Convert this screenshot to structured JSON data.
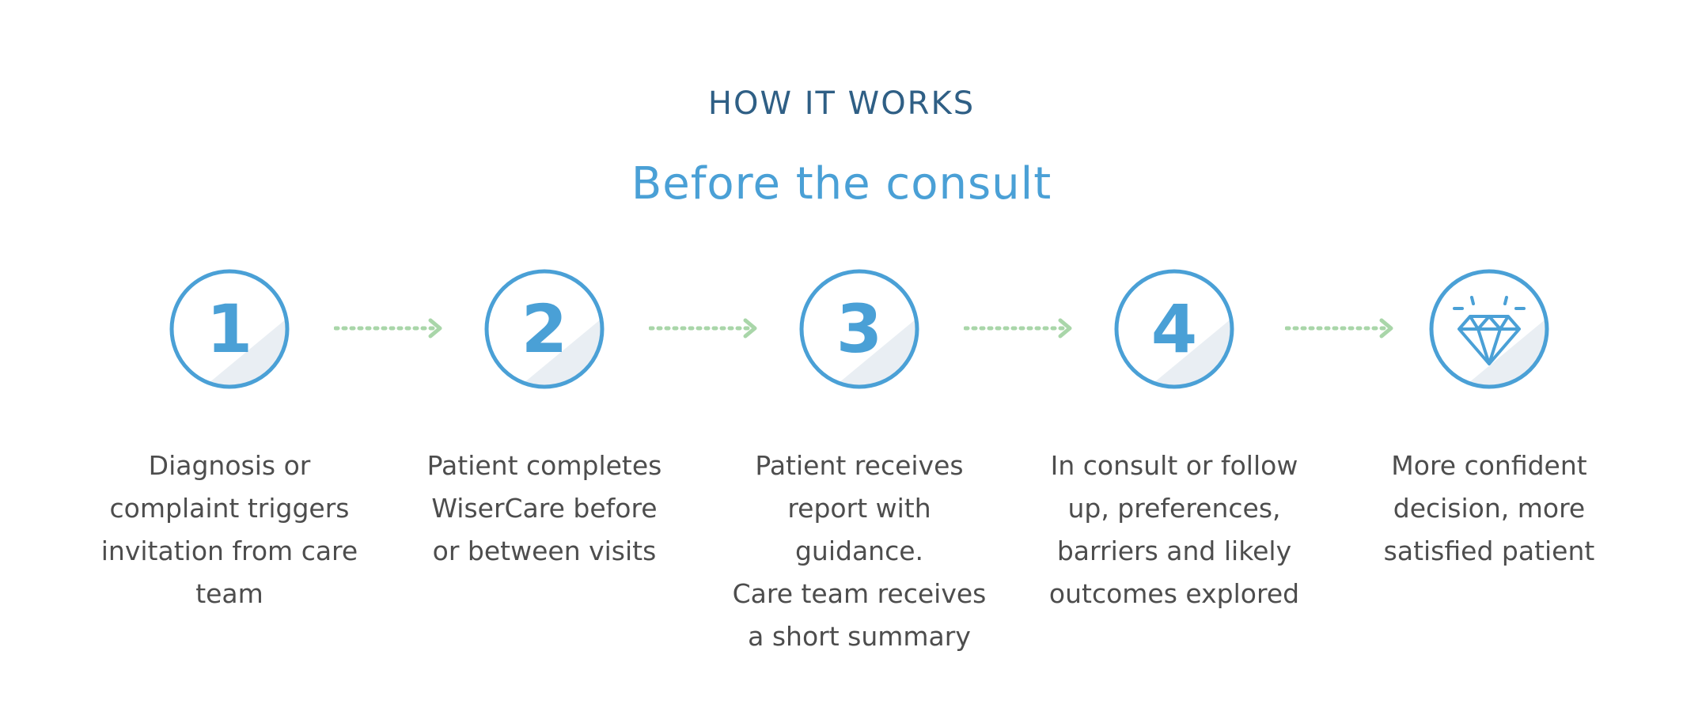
{
  "header": {
    "eyebrow": "HOW IT WORKS",
    "title": "Before the consult"
  },
  "colors": {
    "primary": "#4aa0d6",
    "eyebrow": "#2f5f85",
    "arrow": "#a9d6a9",
    "shade": "#e9eef3",
    "text": "#4d4d4d"
  },
  "steps": [
    {
      "number": "1",
      "lines": [
        "Diagnosis or",
        "complaint triggers",
        "invitation from care",
        "team"
      ]
    },
    {
      "number": "2",
      "lines": [
        "Patient completes",
        "WiserCare before",
        "or between visits"
      ]
    },
    {
      "number": "3",
      "lines": [
        "Patient receives",
        "report with",
        "guidance.",
        "Care team receives",
        "a short summary"
      ]
    },
    {
      "number": "4",
      "lines": [
        "In consult or follow",
        "up, preferences,",
        "barriers and likely",
        "outcomes explored"
      ]
    },
    {
      "icon": "diamond-icon",
      "lines": [
        "More confident",
        "decision, more",
        "satisfied patient"
      ]
    }
  ]
}
